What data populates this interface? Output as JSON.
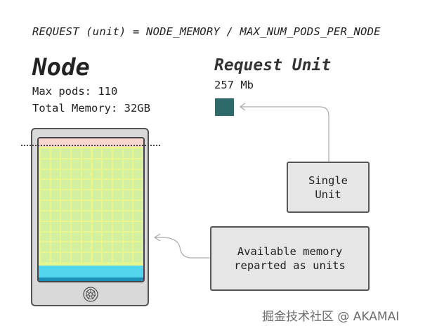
{
  "formula": "REQUEST (unit) = NODE_MEMORY / MAX_NUM_PODS_PER_NODE",
  "node": {
    "title": "Node",
    "max_pods": "Max pods: 110",
    "total_memory": "Total Memory: 32GB"
  },
  "request": {
    "title": "Request Unit",
    "size": "257 Mb"
  },
  "boxes": {
    "single_unit": [
      "Single",
      "Unit"
    ],
    "available_memory": [
      "Available memory",
      "reparted as units"
    ]
  },
  "watermark": "掘金技术社区 @ AKAMAI",
  "colors": {
    "unit": "#2f6a6a",
    "memory_area": "#e8f58f",
    "memory_cell": "#d2f0a0",
    "reserved_top": "#f6d6cf",
    "bottom_band": "#52d6f0",
    "bottom_band_dark": "#1d8fb5"
  },
  "icons": [
    "kubernetes-icon"
  ]
}
